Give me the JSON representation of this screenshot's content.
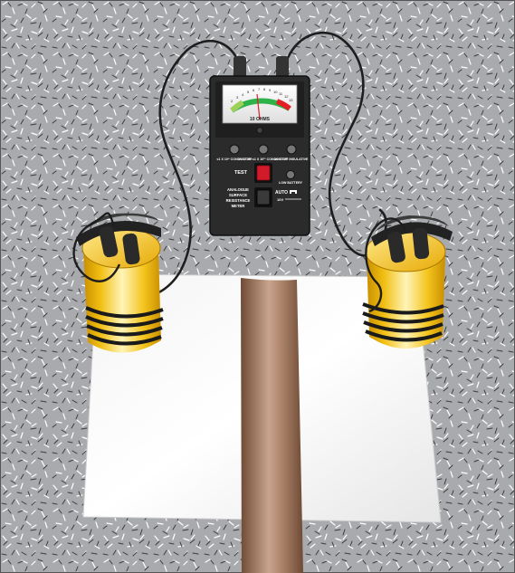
{
  "meter": {
    "scale_numbers": [
      "2",
      "3",
      "4",
      "5",
      "6",
      "7",
      "8",
      "9",
      "10",
      "11",
      "12",
      "13"
    ],
    "scale_unit": "10 OHMS",
    "range_label_left": "≤1 X 10⁴ CONDUCTIVE",
    "range_label_middle": ">1 X 10⁴ ≤1 X 10¹¹ CONDUCTIVE",
    "range_label_right": "≥1 X 10¹¹ INSULATIVE",
    "test_label": "TEST",
    "low_battery_label": "LOW BATTERY",
    "name_line1": "ANALOGUE",
    "name_line2": "SURFACE",
    "name_line3": "RESISTANCE",
    "name_line4": "METER",
    "auto_label": "AUTO",
    "voltage_label": "10V"
  },
  "colors": {
    "floor": "#a7a9ac",
    "meter_body": "#2b2b2b",
    "electrode": "#f3c41b",
    "test_button": "#d11a2a",
    "sample_strip": "#9c7358"
  }
}
